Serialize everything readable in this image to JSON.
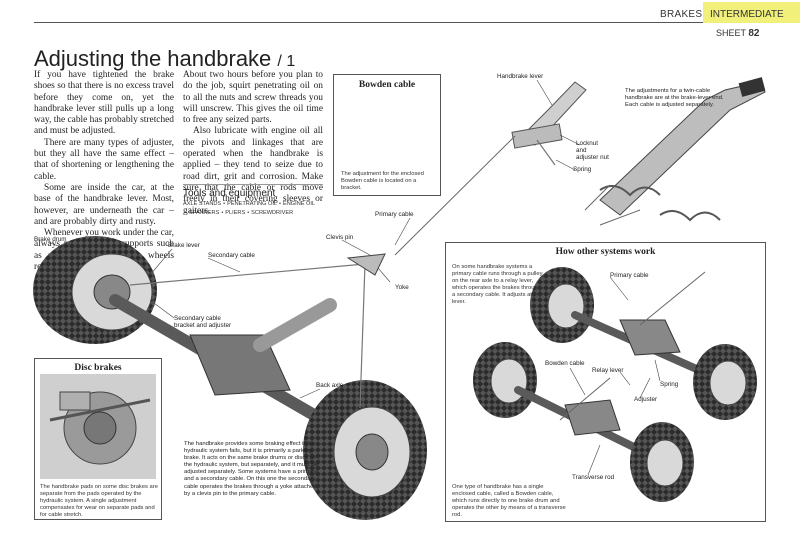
{
  "header": {
    "section": "BRAKES",
    "level": "INTERMEDIATE",
    "sheet_label": "SHEET",
    "sheet_number": "82"
  },
  "title": {
    "main": "Adjusting the handbrake",
    "part": "/ 1"
  },
  "body": {
    "col1": [
      "If you have tightened the brake shoes so that there is no excess travel before they come on, yet the handbrake lever still pulls up a long way, the cable has probably stretched and must be adjusted.",
      "There are many types of adjuster, but they all have the same effect – that of shortening or lengthening the cable.",
      "Some are inside the car, at the base of the handbrake lever. Most, however, are underneath the car – and are probably dirty and rusty.",
      "Whenever you work under the car, always put it on firm supports such as axle stands. Check the wheels remaining on the ground."
    ],
    "col2": [
      "About two hours before you plan to do the job, squirt penetrating oil on to all the nuts and screw threads you will unscrew. This gives the oil time to free any seized parts.",
      "Also lubricate with engine oil all the pivots and linkages that are operated when the handbrake is applied – they tend to seize due to road dirt, grit and corrosion. Make sure that the cable or rods move freely in their covering sleeves or gaiters."
    ]
  },
  "tools": {
    "heading": "Tools and equipment",
    "items": [
      "AXLE STANDS",
      "PENETRATING OIL",
      "ENGINE OIL",
      "SPANNERS",
      "PLIERS",
      "SCREWDRIVER"
    ]
  },
  "bowden_box": {
    "title": "Bowden cable",
    "caption": "The adjustment for the enclosed Bowden cable is located on a bracket."
  },
  "disc_box": {
    "title": "Disc brakes",
    "caption": "The handbrake pads on some disc brakes are separate from the pads operated by the hydraulic system. A single adjustment compensates for wear on separate pads and for cable stretch."
  },
  "other_box": {
    "title": "How other systems work",
    "caption_top": "On some handbrake systems a primary cable runs through a pulley on the rear axle to a relay lever, which operates the brakes through a secondary cable. It adjusts at the lever.",
    "caption_bottom": "One type of handbrake has a single enclosed cable, called a Bowden cable, which runs directly to one brake drum and operates the other by means of a transverse rod.",
    "labels": {
      "primary_cable": "Primary cable",
      "bowden_cable": "Bowden cable",
      "relay_lever": "Relay lever",
      "spring": "Spring",
      "adjuster": "Adjuster",
      "transverse_rod": "Transverse rod"
    }
  },
  "lever_detail": {
    "handbrake_lever": "Handbrake lever",
    "locknut": "Locknut\nand\nadjuster nut",
    "spring": "Spring",
    "twin_caption": "The adjustments for a twin-cable handbrake are at the brake-lever end. Each cable is adjusted separately."
  },
  "main_labels": {
    "brake_drum": "Brake drum",
    "brake_lever": "Brake lever",
    "secondary_cable": "Secondary cable",
    "primary_cable": "Primary cable",
    "clevis_pin": "Clevis pin",
    "yoke": "Yoke",
    "bracket_adjuster": "Secondary cable\nbracket and adjuster",
    "back_axle": "Back axle"
  },
  "main_caption": "The handbrake provides some braking effect if the hydraulic system fails, but it is primarily a parking brake. It acts on the same brake drums or discs as the hydraulic system, but separately, and it must be adjusted separately. Some systems have a primary and a secondary cable. On this one the secondary cable operates the brakes through a yoke attached by a clevis pin to the primary cable.",
  "colors": {
    "level_highlight": "#f1f07a",
    "tyre": "#2b2b2b",
    "axle": "#5a5a5a"
  }
}
